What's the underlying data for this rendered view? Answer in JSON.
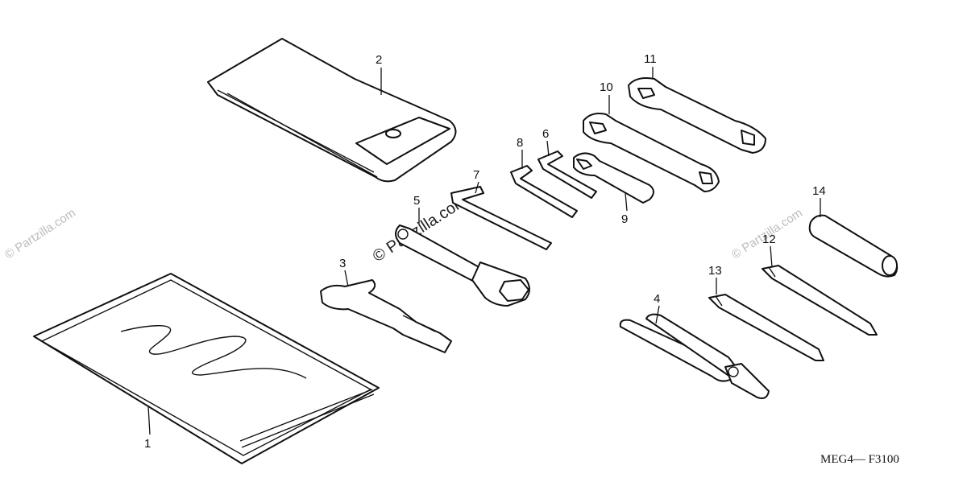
{
  "diagram": {
    "code": "MEG4— F3100",
    "watermark": "© Partzilla.com",
    "callouts": [
      {
        "id": "1",
        "label": "1"
      },
      {
        "id": "2",
        "label": "2"
      },
      {
        "id": "3",
        "label": "3"
      },
      {
        "id": "4",
        "label": "4"
      },
      {
        "id": "5",
        "label": "5"
      },
      {
        "id": "6",
        "label": "6"
      },
      {
        "id": "7",
        "label": "7"
      },
      {
        "id": "8",
        "label": "8"
      },
      {
        "id": "9",
        "label": "9"
      },
      {
        "id": "10",
        "label": "10"
      },
      {
        "id": "11",
        "label": "11"
      },
      {
        "id": "12",
        "label": "12"
      },
      {
        "id": "13",
        "label": "13"
      },
      {
        "id": "14",
        "label": "14"
      }
    ]
  }
}
